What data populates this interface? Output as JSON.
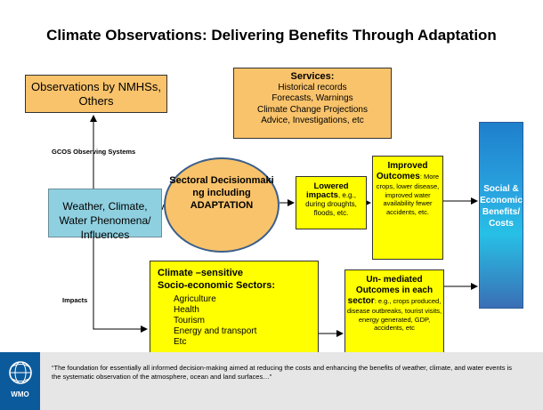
{
  "title": "Climate Observations: Delivering Benefits Through Adaptation",
  "observations_box": "Observations by NMHSs, Others",
  "services": {
    "heading": "Services:",
    "items": [
      "Historical records",
      "Forecasts, Warnings",
      "Climate Change Projections",
      "Advice, Investigations, etc"
    ]
  },
  "gcos_label": "GCOS Observing Systems",
  "weather_box": "Weather, Climate, Water Phenomena/ Influences",
  "sectoral_box": "Sectoral Decisionmaki ng including ADAPTATION",
  "lowered_impacts": {
    "heading": "Lowered impacts",
    "text": ", e.g., during droughts, floods, etc."
  },
  "improved_outcomes": {
    "heading": "Improved Outcomes",
    "text": ": More crops, lower disease, improved water availability fewer accidents, etc."
  },
  "social_box": "Social & Economic Benefits/ Costs",
  "impacts_label": "Impacts",
  "climate_sectors": {
    "heading_line1": "Climate –sensitive",
    "heading_line2": "Socio-economic Sectors:",
    "items": [
      "Agriculture",
      "Health",
      "Tourism",
      "Energy and transport",
      "Etc"
    ]
  },
  "unmediated_outcomes": {
    "heading": "Un- mediated Outcomes in each sector",
    "text": ": e.g., crops produced, disease outbreaks, tourist visits, energy generated, GDP, accidents, etc"
  },
  "footer_quote": "“The foundation for essentially all informed decision-making aimed at reducing the costs and enhancing the benefits of weather, climate, and water events is the systematic observation of the atmosphere, ocean and land surfaces…”",
  "logo_text": "WMO",
  "colors": {
    "orange": "#f9c36b",
    "yellow": "#ffff00",
    "blue": "#8fd0e0",
    "arrow_red": "#cc0000"
  }
}
